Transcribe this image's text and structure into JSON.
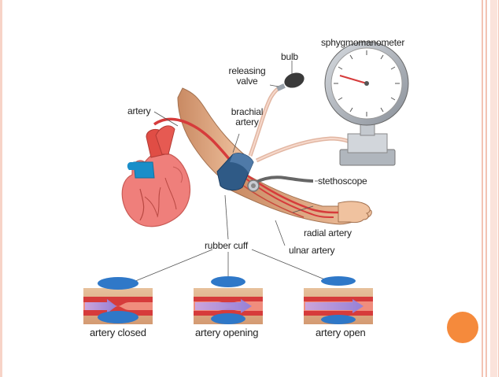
{
  "labels": {
    "sphygmomanometer": "sphygmomanometer",
    "bulb": "bulb",
    "releasing_valve": "releasing\nvalve",
    "releasing_valve_l1": "releasing",
    "releasing_valve_l2": "valve",
    "artery": "artery",
    "brachial_artery_l1": "brachial",
    "brachial_artery_l2": "artery",
    "stethoscope": "stethoscope",
    "radial_artery": "radial artery",
    "ulnar_artery": "ulnar artery",
    "rubber_cuff": "rubber cuff",
    "artery_closed": "artery closed",
    "artery_opening": "artery opening",
    "artery_open": "artery open"
  },
  "colors": {
    "artery_red": "#d63b3b",
    "cuff_blue": "#2f78c8",
    "skin": "#e8b48c",
    "heart_pink": "#ef7f7b",
    "vein_blue": "#1a8ec9",
    "accent_orange": "#f58a3c",
    "slide_border": "#f3c3b4"
  }
}
